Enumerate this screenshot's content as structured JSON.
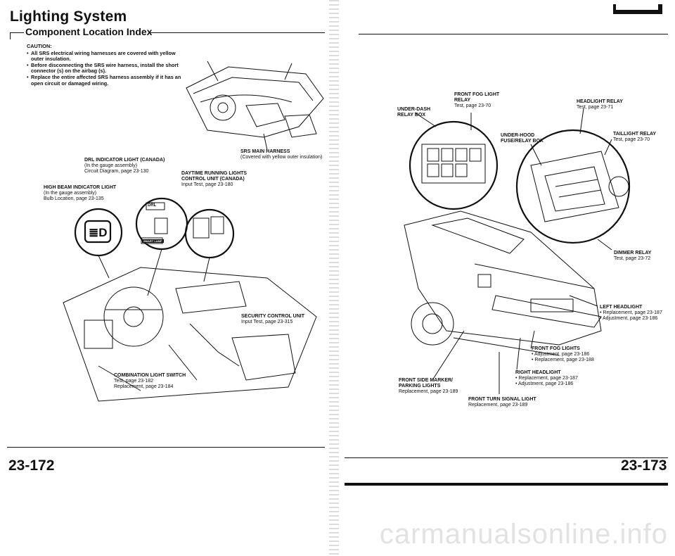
{
  "left_page": {
    "title": "Lighting System",
    "subtitle": "Component Location Index",
    "caution_heading": "CAUTION:",
    "caution_items": [
      "All SRS electrical wiring harnesses are covered with yellow outer insulation.",
      "Before disconnecting the SRS wire harness, install the short connector (s) on the airbag (s).",
      "Replace the entire affected SRS harness assembly if it has an open circuit or damaged wiring."
    ],
    "labels": {
      "srs_harness": {
        "name": "SRS MAIN HARNESS",
        "note": "(Covered with yellow outer insulation)"
      },
      "drl_indicator": {
        "name": "DRL INDICATOR LIGHT (Canada)",
        "note1": "(In the gauge assembly)",
        "note2": "Circuit Diagram, page 23-130"
      },
      "daytime_unit": {
        "name": "DAYTIME RUNNING LIGHTS",
        "name2": "CONTROL UNIT (Canada)",
        "note": "Input Test, page 23-180"
      },
      "high_beam": {
        "name": "HIGH BEAM INDICATOR LIGHT",
        "note1": "(In the gauge assembly)",
        "note2": "Bulb Location, page 23-135"
      },
      "security_unit": {
        "name": "SECURITY CONTROL UNIT",
        "note": "Input Test, page 23-315"
      },
      "combination_switch": {
        "name": "COMBINATION LIGHT SWITCH",
        "note1": "Test, page 23-182",
        "note2": "Replacement, page 23-184"
      }
    },
    "icon_text": {
      "drl": "DRL",
      "smart": "SMART LAMP"
    },
    "page_number": "23-172"
  },
  "right_page": {
    "labels": {
      "front_fog_relay": {
        "name": "FRONT FOG LIGHT",
        "name2": "RELAY",
        "note": "Test, page 23-70"
      },
      "under_dash_box": {
        "name": "UNDER-DASH",
        "name2": "RELAY BOX"
      },
      "headlight_relay": {
        "name": "HEADLIGHT RELAY",
        "note": "Test, page 23-71"
      },
      "under_hood_box": {
        "name": "UNDER-HOOD",
        "name2": "FUSE/RELAY BOX"
      },
      "taillight_relay": {
        "name": "TAILLIGHT RELAY",
        "note": "Test, page 23-70"
      },
      "dimmer_relay": {
        "name": "DIMMER RELAY",
        "note": "Test, page 23-72"
      },
      "left_headlight": {
        "name": "LEFT HEADLIGHT",
        "note1": "• Replacement, page 23-187",
        "note2": "• Adjustment, page 23-186"
      },
      "front_fog_lights": {
        "name": "FRONT FOG LIGHTS",
        "note1": "• Adjustment, page 23-186",
        "note2": "• Replacement, page 23-188"
      },
      "right_headlight": {
        "name": "RIGHT HEADLIGHT",
        "note1": "• Replacement, page 23-187",
        "note2": "• Adjustment, page 23-186"
      },
      "side_marker": {
        "name": "FRONT SIDE MARKER/",
        "name2": "PARKING LIGHTS",
        "note": "Replacement, page 23-189"
      },
      "turn_signal": {
        "name": "FRONT TURN SIGNAL LIGHT",
        "note": "Replacement, page 23-189"
      }
    },
    "page_number": "23-173"
  },
  "watermark": "carmanualsonline.info"
}
